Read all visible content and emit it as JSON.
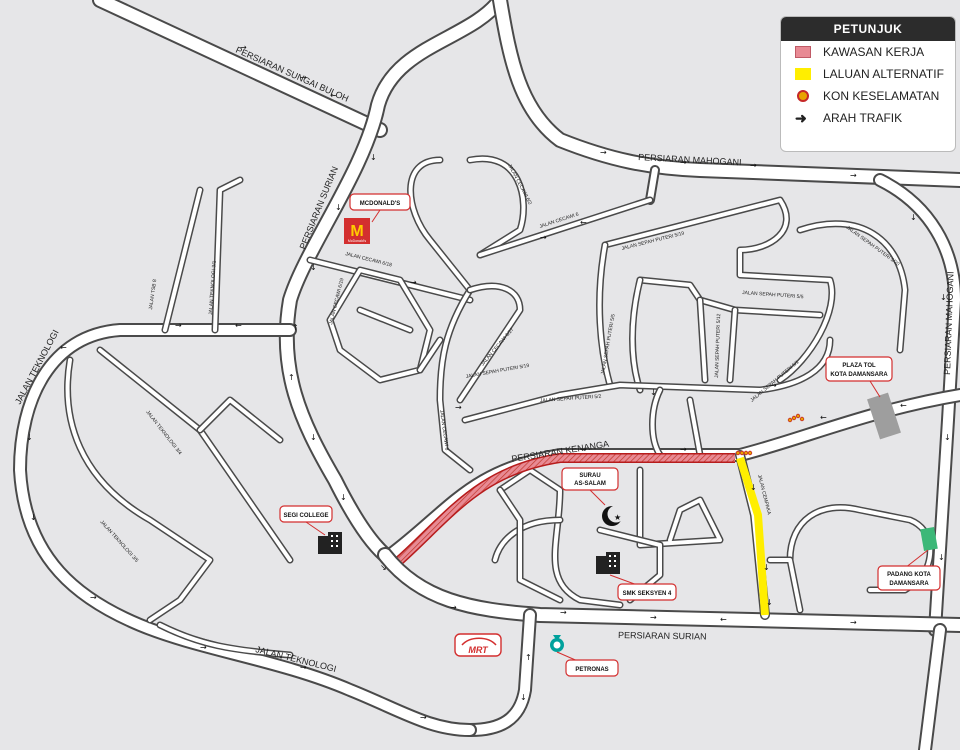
{
  "legend": {
    "title": "PETUNJUK",
    "items": [
      {
        "label": "KAWASAN KERJA",
        "symbol": "work-zone",
        "color": "#e88a94"
      },
      {
        "label": "LALUAN ALTERNATIF",
        "symbol": "alt-route",
        "color": "#ffee00"
      },
      {
        "label": "KON KESELAMATAN",
        "symbol": "safety-cone",
        "color": "#e8a300"
      },
      {
        "label": "ARAH TRAFIK",
        "symbol": "arrow",
        "color": "#222222"
      }
    ]
  },
  "road_labels": {
    "persiaran_sungai_buloh": "PERSIARAN SUNGAI BULOH",
    "persiaran_surian_north": "PERSIARAN SURIAN",
    "persiaran_surian_south": "PERSIARAN SURIAN",
    "persiaran_mahogani_top": "PERSIARAN MAHOGANI",
    "persiaran_mahogani_right": "PERSIARAN MAHOGANI",
    "persiaran_kenanga": "PERSIARAN KENANGA",
    "jalan_teknologi_west": "JALAN TEKNOLOGI",
    "jalan_teknologi_south": "JALAN TEKNOLOGI",
    "jalan_teknologi_3_1": "JALAN TEKNOLOGI 3/1",
    "jalan_teknologi_3_4": "JALAN TEKNOLOGI 3/4",
    "jalan_teknologi_3_5": "JALAN TEKNOLOGI 3/5",
    "jalan_tsb_8": "JALAN TSB 8",
    "jalan_cecawi_6_2": "JALAN CECAWI 6/2",
    "jalan_cecawi_6": "JALAN CECAWI 6",
    "jalan_cecawi_6_18": "JALAN CECAWI 6/18",
    "jalan_cecawi_6_19": "JALAN CECAWI 6/19",
    "jalan_cecawi_6_27": "JALAN CECAWI 6/27",
    "jalan_cecawi_6_vert": "JALAN CECAWI 6",
    "jalan_sepah_puteri_5_19": "JALAN SEPAH PUTERI 5/19",
    "jalan_sepah_puteri_5_19b": "JALAN SEPAH PUTERI 5/19",
    "jalan_sepah_puteri_5_2": "JALAN SEPAH PUTERI 5/2",
    "jalan_sepah_puteri_5_5": "JALAN SEPAH PUTERI 5/5",
    "jalan_sepah_puteri_5_5b": "JALAN SEPAH PUTERI 5/5",
    "jalan_sepah_puteri_5_12": "JALAN SEPAH PUTERI 5/12",
    "jalan_sepah_puteri_5_1": "JALAN SEPAH PUTERI 5/1",
    "jalan_sepah_puteri_5_20": "JALAN SEPAH PUTERI 5/20",
    "jalan_cempaka": "JALAN CEMPAKA"
  },
  "places": {
    "mcdonalds": "MCDONALD'S",
    "mcdonalds_logo_text": "McDonald's",
    "segi_college": "SEGI COLLEGE",
    "surau": [
      "SURAU",
      "AS-SALAM"
    ],
    "smk": "SMK SEKSYEN 4",
    "petronas": "PETRONAS",
    "mrt": "MRT",
    "plaza_tol": [
      "PLAZA TOL",
      "KOTA DAMANSARA"
    ],
    "padang": [
      "PADANG KOTA",
      "DAMANSARA"
    ]
  },
  "colors": {
    "background": "#e6e6e8",
    "road_casing": "#4a4a4a",
    "callout_border": "#d32f2f",
    "work_zone": "#e88a94",
    "alt_route": "#ffee00",
    "cone": "#e8a300",
    "padang": "#3cb878"
  }
}
